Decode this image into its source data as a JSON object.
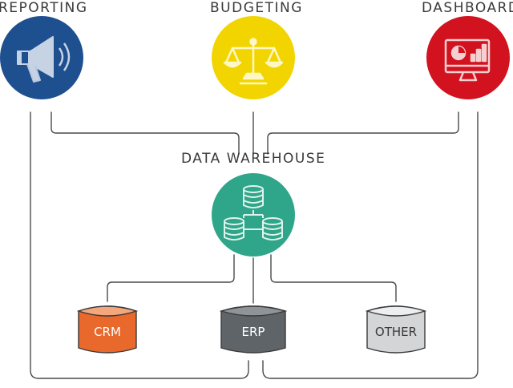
{
  "labels": {
    "reporting": "REPORTING",
    "budgeting": "BUDGETING",
    "dashboards": "DASHBOARDS",
    "warehouse": "DATA WAREHOUSE"
  },
  "sources": [
    {
      "label": "CRM",
      "color": "#e8692b"
    },
    {
      "label": "ERP",
      "color": "#5e6468"
    },
    {
      "label": "OTHER",
      "color": "#d3d5d6"
    }
  ],
  "colors": {
    "reporting": "#1e4f8f",
    "budgeting": "#f2d500",
    "dashboards": "#d2121e",
    "warehouse": "#2fa58a",
    "line": "#4a4a4a"
  },
  "icons": {
    "reporting": "megaphone-icon",
    "budgeting": "scales-icon",
    "dashboards": "monitor-chart-icon",
    "warehouse": "database-network-icon"
  }
}
